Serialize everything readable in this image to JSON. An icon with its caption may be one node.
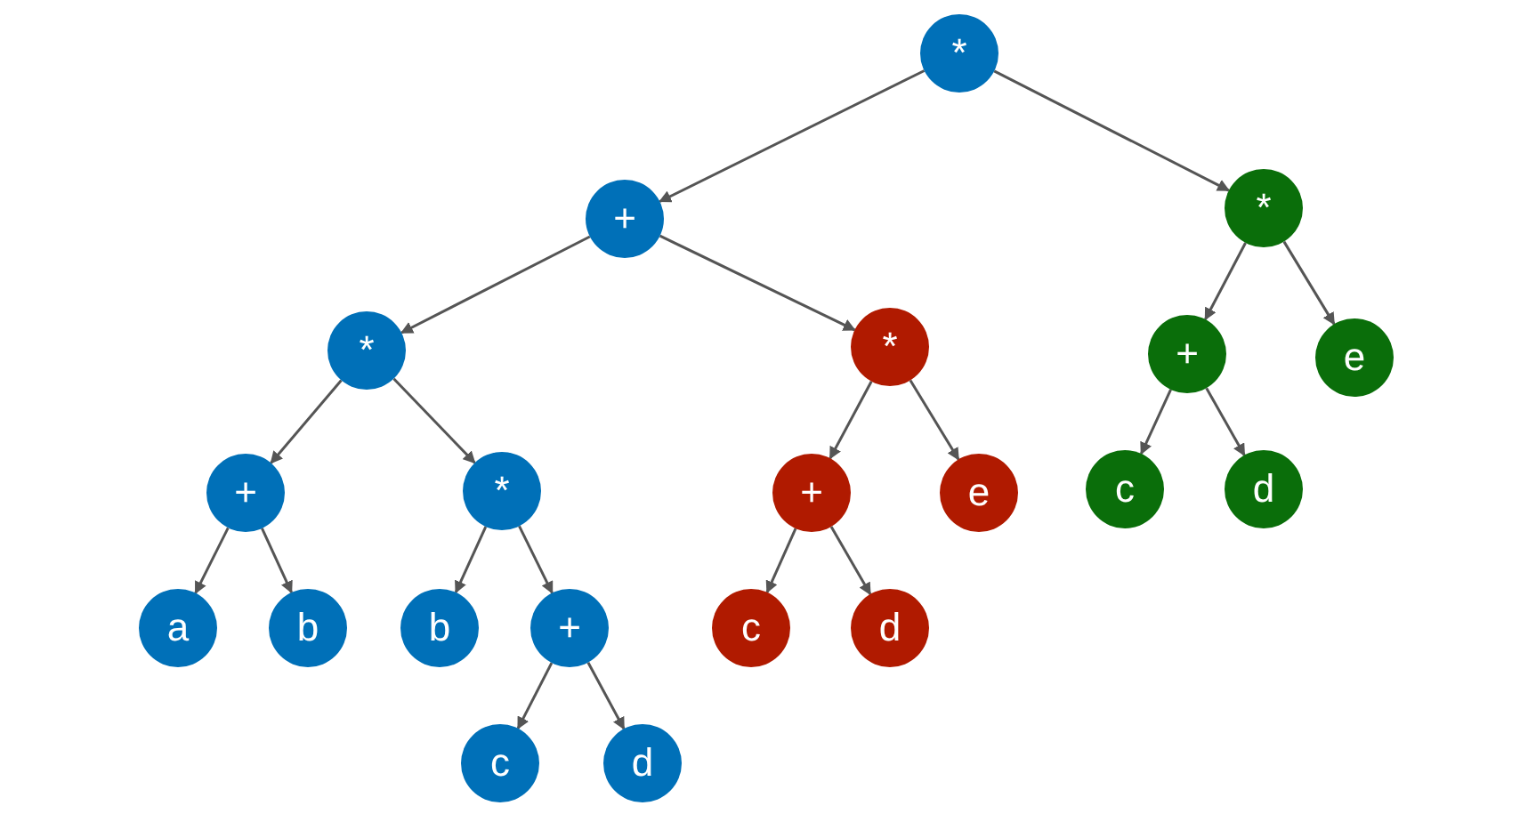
{
  "diagram": {
    "nodes": [
      {
        "text": [
          "*"
        ]
      },
      {
        "text": [
          "+"
        ]
      },
      {
        "text": [
          "*"
        ]
      },
      {
        "text": [
          "*"
        ]
      },
      {
        "text": [
          "*"
        ]
      },
      {
        "text": [
          "+"
        ]
      },
      {
        "text": [
          "e"
        ]
      },
      {
        "text": [
          "+"
        ]
      },
      {
        "text": [
          "*"
        ]
      },
      {
        "text": [
          "+"
        ]
      },
      {
        "text": [
          "e"
        ]
      },
      {
        "text": [
          "c"
        ]
      },
      {
        "text": [
          "d"
        ]
      },
      {
        "text": [
          "a"
        ]
      },
      {
        "text": [
          "b"
        ]
      },
      {
        "text": [
          "b"
        ]
      },
      {
        "text": [
          "+"
        ]
      },
      {
        "text": [
          "c"
        ]
      },
      {
        "text": [
          "d"
        ]
      },
      {
        "text": [
          "c"
        ]
      },
      {
        "text": [
          "d"
        ]
      }
    ],
    "edges": [
      {
        "from": 0,
        "to": 1,
        "arrow": "to"
      },
      {
        "from": 0,
        "to": 2,
        "arrow": "to"
      },
      {
        "from": 1,
        "to": 3,
        "arrow": "to"
      },
      {
        "from": 1,
        "to": 4,
        "arrow": "to"
      },
      {
        "from": 2,
        "to": 5,
        "arrow": "to"
      },
      {
        "from": 2,
        "to": 6,
        "arrow": "to"
      },
      {
        "from": 3,
        "to": 7,
        "arrow": "to"
      },
      {
        "from": 3,
        "to": 8,
        "arrow": "to"
      },
      {
        "from": 4,
        "to": 9,
        "arrow": "to"
      },
      {
        "from": 4,
        "to": 10,
        "arrow": "to"
      },
      {
        "from": 5,
        "to": 11,
        "arrow": "to"
      },
      {
        "from": 5,
        "to": 12,
        "arrow": "to"
      },
      {
        "from": 7,
        "to": 13,
        "arrow": "to"
      },
      {
        "from": 7,
        "to": 14,
        "arrow": "to"
      },
      {
        "from": 8,
        "to": 15,
        "arrow": "to"
      },
      {
        "from": 8,
        "to": 16,
        "arrow": "to"
      },
      {
        "from": 9,
        "to": 17,
        "arrow": "to"
      },
      {
        "from": 9,
        "to": 18,
        "arrow": "to"
      },
      {
        "from": 16,
        "to": 19,
        "arrow": "to"
      },
      {
        "from": 16,
        "to": 20,
        "arrow": "to"
      }
    ]
  }
}
